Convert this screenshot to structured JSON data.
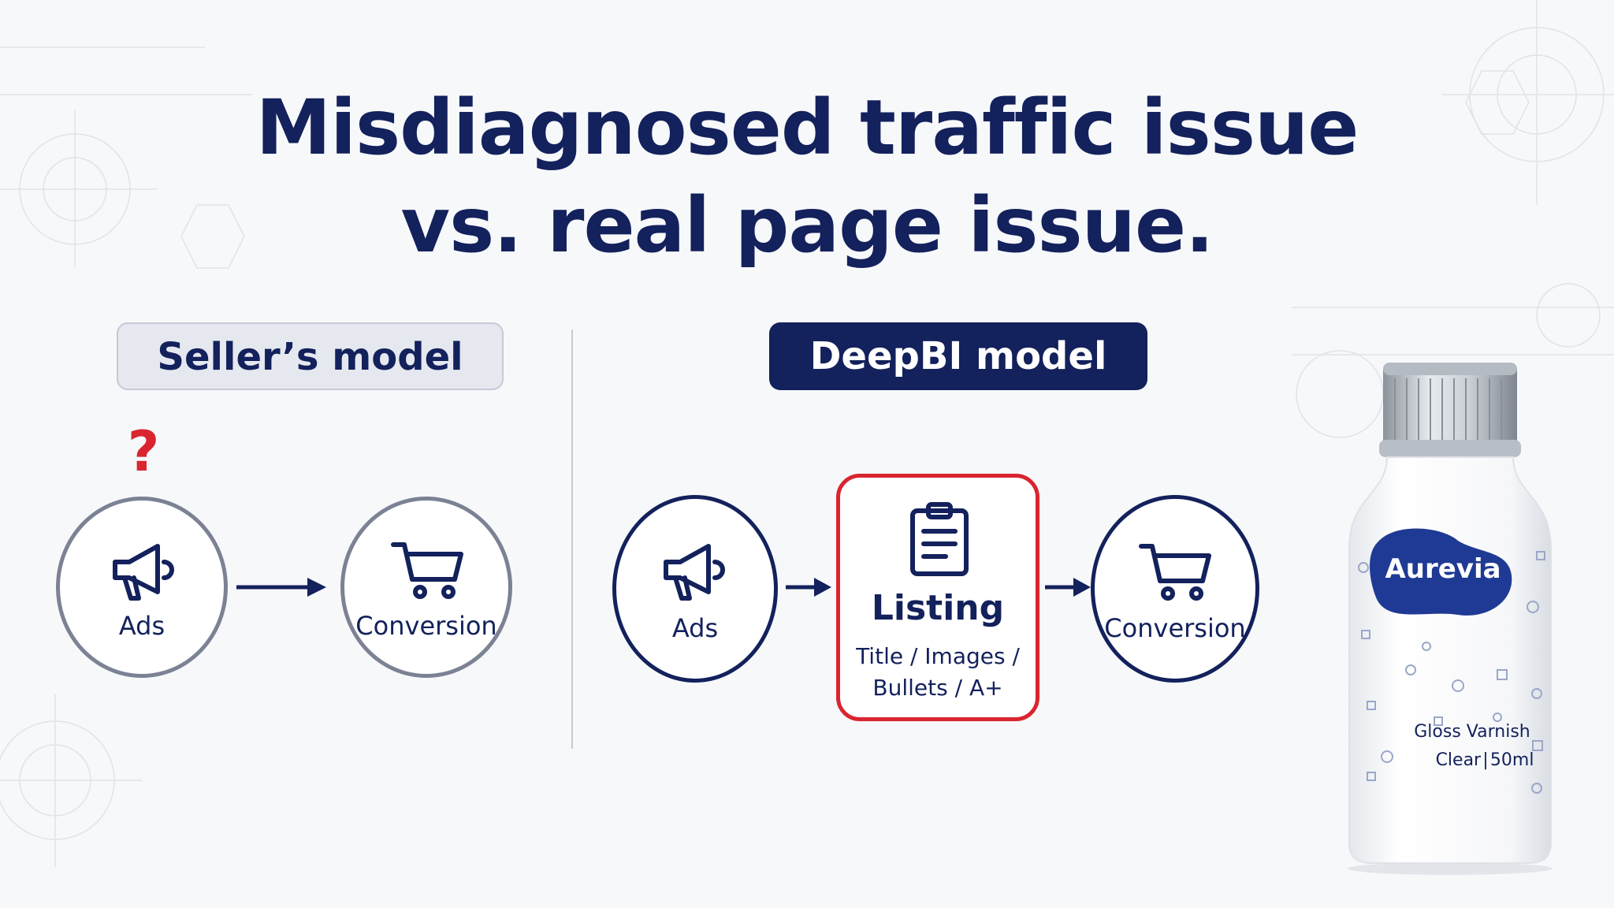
{
  "title": {
    "line1": "Misdiagnosed traffic issue",
    "line2": "vs. real page issue."
  },
  "seller_model": {
    "label": "Seller’s model",
    "question_mark": "?",
    "nodes": [
      {
        "label": "Ads",
        "icon": "megaphone-icon"
      },
      {
        "label": "Conversion",
        "icon": "shopping-cart-icon"
      }
    ]
  },
  "deepbi_model": {
    "label": "DeepBI model",
    "nodes": [
      {
        "label": "Ads",
        "icon": "megaphone-icon"
      },
      {
        "label": "Listing",
        "detail_line1": "Title / Images /",
        "detail_line2": "Bullets / A+",
        "icon": "clipboard-icon"
      },
      {
        "label": "Conversion",
        "icon": "shopping-cart-icon"
      }
    ]
  },
  "product": {
    "brand": "Aurevia",
    "name": "Gloss Varnish",
    "variant": "Clear | 50ml"
  },
  "colors": {
    "navy": "#13215c",
    "highlight_red": "#d9252f",
    "neutral_grey": "#7b8294"
  }
}
